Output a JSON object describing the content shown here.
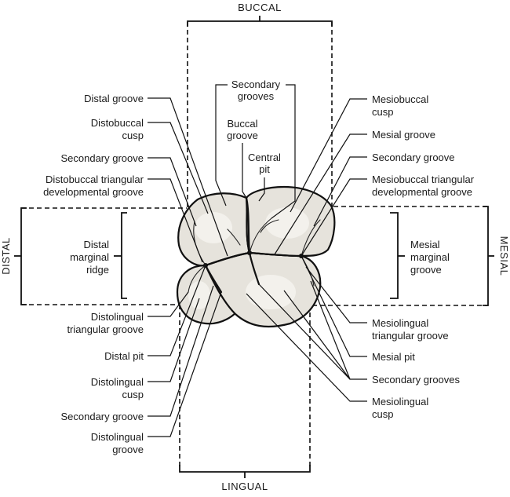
{
  "title": "Occlusal view of mandibular first molar — anatomy landmarks",
  "directions": {
    "buccal": "BUCCAL",
    "lingual": "LINGUAL",
    "distal": "DISTAL",
    "mesial": "MESIAL"
  },
  "colors": {
    "tooth_fill": "#e6e3dc",
    "tooth_highlight": "#f3f1ec",
    "outline": "#111111"
  },
  "top_labels": {
    "secondary_grooves": [
      "Secondary",
      "grooves"
    ],
    "buccal_groove": [
      "Buccal",
      "groove"
    ],
    "central_pit": [
      "Central",
      "pit"
    ]
  },
  "left_labels": [
    {
      "lines": [
        "Distal groove"
      ]
    },
    {
      "lines": [
        "Distobuccal",
        "cusp"
      ]
    },
    {
      "lines": [
        "Secondary groove"
      ]
    },
    {
      "lines": [
        "Distobuccal triangular",
        "developmental groove"
      ]
    },
    {
      "lines": [
        "Distal",
        "marginal",
        "ridge"
      ]
    },
    {
      "lines": [
        "Distolingual",
        "triangular groove"
      ]
    },
    {
      "lines": [
        "Distal pit"
      ]
    },
    {
      "lines": [
        "Distolingual",
        "cusp"
      ]
    },
    {
      "lines": [
        "Secondary groove"
      ]
    },
    {
      "lines": [
        "Distolingual",
        "groove"
      ]
    }
  ],
  "right_labels": [
    {
      "lines": [
        "Mesiobuccal",
        "cusp"
      ]
    },
    {
      "lines": [
        "Mesial groove"
      ]
    },
    {
      "lines": [
        "Secondary groove"
      ]
    },
    {
      "lines": [
        "Mesiobuccal triangular",
        "developmental groove"
      ]
    },
    {
      "lines": [
        "Mesial",
        "marginal",
        "groove"
      ]
    },
    {
      "lines": [
        "Mesiolingual",
        "triangular groove"
      ]
    },
    {
      "lines": [
        "Mesial pit"
      ]
    },
    {
      "lines": [
        "Secondary grooves"
      ]
    },
    {
      "lines": [
        "Mesiolingual",
        "cusp"
      ]
    }
  ]
}
